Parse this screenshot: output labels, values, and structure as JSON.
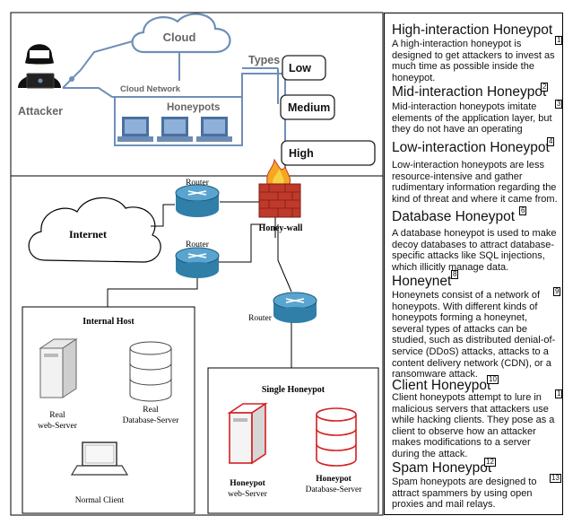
{
  "top_diagram": {
    "cloud_label": "Cloud",
    "cloud_network_label": "Cloud Network",
    "attacker_label": "Attacker",
    "honeypots_label": "Honeypots",
    "types_label": "Types",
    "type_low": "Low",
    "type_medium": "Medium",
    "type_high": "High",
    "colors": {
      "accent_blue": "#6f8fb8",
      "text_gray": "#666666"
    }
  },
  "bottom_diagram": {
    "internet_label": "Internet",
    "router_label_1": "Router",
    "router_label_2": "Router",
    "router_label_3": "Router",
    "honeywall_label": "Honey-wall",
    "internal_host_title": "Internal Host",
    "real_web_label_1": "Real",
    "real_web_label_2": "web-Server",
    "real_db_label_1": "Real",
    "real_db_label_2": "Database-Server",
    "normal_client_label": "Normal Client",
    "single_honeypot_title": "Single Honeypot",
    "hp_web_label_1": "Honeypot",
    "hp_web_label_2": "web-Server",
    "hp_db_label_1": "Honeypot",
    "hp_db_label_2": "Database-Server",
    "colors": {
      "router_blue": "#2f7fa8",
      "honeypot_red": "#d42020",
      "brick_red": "#c0392b"
    }
  },
  "sections": [
    {
      "title": "High-interaction Honeypot",
      "sup": "",
      "ref": "1",
      "body": "A high-interaction honeypot is designed to get attackers to invest as much time as possible inside the honeypot."
    },
    {
      "title": "Mid-interaction Honeypot",
      "sup": "2",
      "ref": "3",
      "body": "Mid-interaction honeypots imitate elements of the application layer, but they do not have an operating"
    },
    {
      "title": "Low-interaction Honeypot",
      "sup": "4",
      "ref": "",
      "body": "Low-interaction honeypots are less resource-intensive and gather rudimentary information regarding the kind of threat and where it came from."
    },
    {
      "title": "Database Honeypot",
      "sup": "6",
      "ref": "",
      "body": "A database honeypot is used to make decoy databases to attract database-specific attacks like SQL injections, which illicitly manage data."
    },
    {
      "title": "Honeynet",
      "sup": "8",
      "ref": "9",
      "body": "Honeynets consist of a network of honeypots. With different kinds of honeypots forming a honeynet, several types of attacks can be studied, such as distributed denial-of-service (DDoS) attacks, attacks to a content delivery network (CDN), or a ransomware attack."
    },
    {
      "title": "Client Honeypot",
      "sup": "10",
      "ref": "1",
      "body": "Client honeypots attempt to lure in malicious servers that attackers use while hacking clients. They pose as a client to observe how an attacker makes modifications to a server during the attack."
    },
    {
      "title": "Spam Honeypot",
      "sup": "12",
      "ref": "13",
      "body": "Spam honeypots are designed to attract spammers by using open proxies and mail relays."
    }
  ]
}
